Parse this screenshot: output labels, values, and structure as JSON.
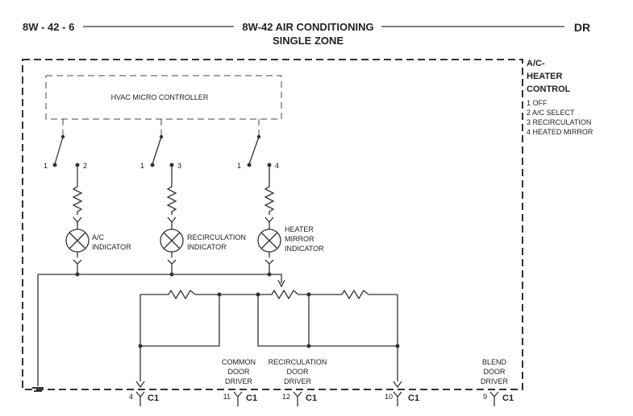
{
  "header": {
    "page_code": "8W - 42 - 6",
    "title_line1": "8W-42 AIR CONDITIONING",
    "title_line2": "SINGLE ZONE",
    "model": "DR"
  },
  "controller": {
    "label": "HVAC MICRO CONTROLLER"
  },
  "control_panel": {
    "title_lines": [
      "A/C-",
      "HEATER",
      "CONTROL"
    ],
    "positions": [
      "1 OFF",
      "2 A/C SELECT",
      "3 RECIRCULATION",
      "4 HEATED MIRROR"
    ]
  },
  "switches": [
    {
      "left_pin": "1",
      "right_pin": "2"
    },
    {
      "left_pin": "1",
      "right_pin": "3"
    },
    {
      "left_pin": "1",
      "right_pin": "4"
    }
  ],
  "indicators": [
    {
      "lines": [
        "A/C",
        "INDICATOR"
      ]
    },
    {
      "lines": [
        "RECIRCULATION",
        "INDICATOR"
      ]
    },
    {
      "lines": [
        "HEATER",
        "MIRROR",
        "INDICATOR"
      ]
    }
  ],
  "drivers": [
    {
      "lines": [
        "COMMON",
        "DOOR",
        "DRIVER"
      ]
    },
    {
      "lines": [
        "RECIRCULATION",
        "DOOR",
        "DRIVER"
      ]
    },
    {
      "lines": [
        "BLEND",
        "DOOR",
        "DRIVER"
      ]
    }
  ],
  "connectors": [
    {
      "pin": "4",
      "name": "C1"
    },
    {
      "pin": "11",
      "name": "C1"
    },
    {
      "pin": "12",
      "name": "C1"
    },
    {
      "pin": "10",
      "name": "C1"
    },
    {
      "pin": "9",
      "name": "C1"
    }
  ]
}
